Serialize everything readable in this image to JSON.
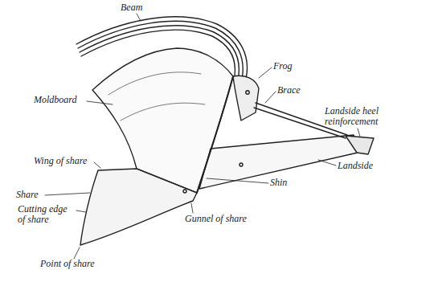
{
  "diagram": {
    "labels": [
      "Beam",
      "Moldboard",
      "Frog",
      "Brace",
      "Landside heel reinforcement",
      "Wing of share",
      "Landside",
      "Shin",
      "Share",
      "Cutting edge of share",
      "Gunnel of share",
      "Point of share"
    ]
  }
}
